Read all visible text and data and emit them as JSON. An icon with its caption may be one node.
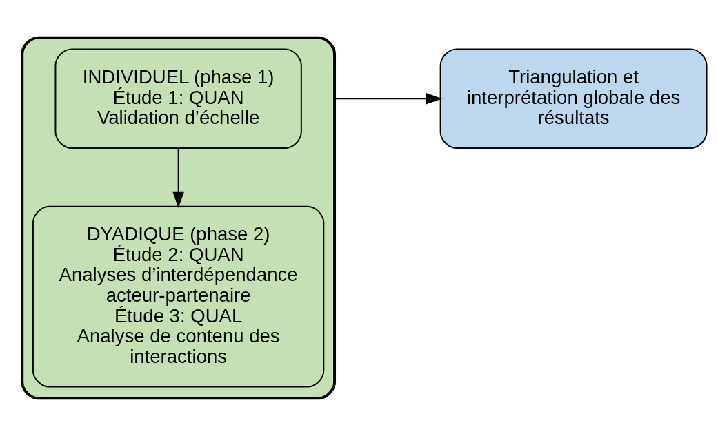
{
  "diagram": {
    "nodes": [
      {
        "text": [],
        "shape": "box"
      },
      {
        "text": [
          "INDIVIDUEL (phase 1)",
          "Étude 1: QUAN",
          "Validation d’échelle"
        ],
        "in": 0
      },
      {
        "text": [
          "DYADIQUE (phase 2)",
          "Étude 2: QUAN",
          "Analyses d’interdépendance acteur-partenaire",
          "Étude 3: QUAL",
          "Analyse de contenu des interactions"
        ],
        "in": 0
      },
      {
        "text": [
          "Triangulation et interprétation globale des résultats"
        ]
      }
    ],
    "edges": [
      {
        "from": 1,
        "to": 2,
        "arrow": "to"
      },
      {
        "from": 0,
        "to": 3,
        "arrow": "to"
      }
    ]
  }
}
